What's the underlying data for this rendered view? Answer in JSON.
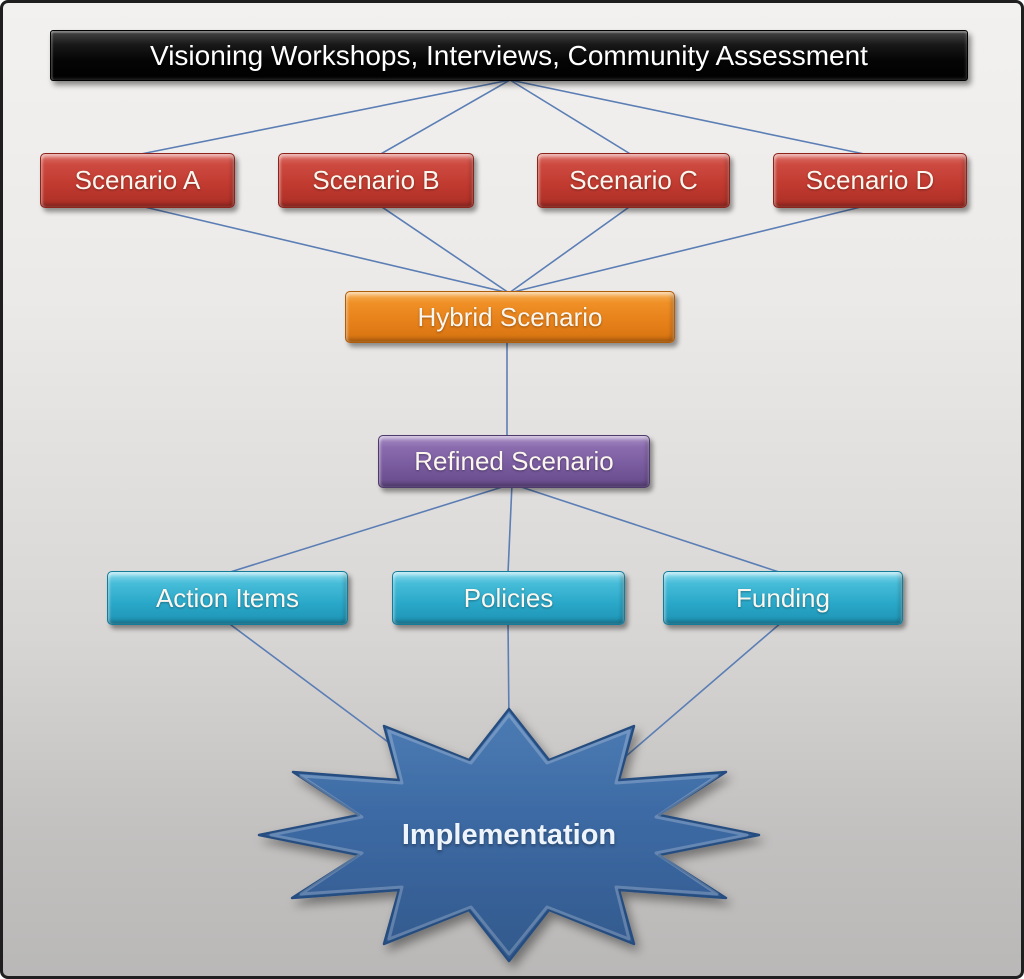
{
  "diagram": {
    "nodes": {
      "top_banner": {
        "label": "Visioning Workshops, Interviews, Community Assessment",
        "fill": "#0a0a0a",
        "text_color": "#ffffff"
      },
      "scenario_a": {
        "label": "Scenario A",
        "fill": "#c23b31"
      },
      "scenario_b": {
        "label": "Scenario B",
        "fill": "#c23b31"
      },
      "scenario_c": {
        "label": "Scenario C",
        "fill": "#c23b31"
      },
      "scenario_d": {
        "label": "Scenario D",
        "fill": "#c23b31"
      },
      "hybrid": {
        "label": "Hybrid Scenario",
        "fill": "#e8821b"
      },
      "refined": {
        "label": "Refined Scenario",
        "fill": "#7a5ca0"
      },
      "action_items": {
        "label": "Action Items",
        "fill": "#2aa8c9"
      },
      "policies": {
        "label": "Policies",
        "fill": "#2aa8c9"
      },
      "funding": {
        "label": "Funding",
        "fill": "#2aa8c9"
      },
      "implementation": {
        "label": "Implementation",
        "fill": "#3d6ca6",
        "shape": "12-point-star"
      }
    },
    "edges": [
      {
        "from": "top_banner",
        "to": "scenario_a"
      },
      {
        "from": "top_banner",
        "to": "scenario_b"
      },
      {
        "from": "top_banner",
        "to": "scenario_c"
      },
      {
        "from": "top_banner",
        "to": "scenario_d"
      },
      {
        "from": "scenario_a",
        "to": "hybrid"
      },
      {
        "from": "scenario_b",
        "to": "hybrid"
      },
      {
        "from": "scenario_c",
        "to": "hybrid"
      },
      {
        "from": "scenario_d",
        "to": "hybrid"
      },
      {
        "from": "hybrid",
        "to": "refined"
      },
      {
        "from": "refined",
        "to": "action_items"
      },
      {
        "from": "refined",
        "to": "policies"
      },
      {
        "from": "refined",
        "to": "funding"
      },
      {
        "from": "action_items",
        "to": "implementation"
      },
      {
        "from": "policies",
        "to": "implementation"
      },
      {
        "from": "funding",
        "to": "implementation"
      }
    ],
    "colors": {
      "connector": "#5b7eb5",
      "background_top": "#f2f1ef",
      "background_bottom": "#b9b8b7",
      "frame_border": "#1f1f1f",
      "star_fill_top": "#4d7cb4",
      "star_fill_bottom": "#32598c",
      "star_border": "#274d80"
    }
  }
}
